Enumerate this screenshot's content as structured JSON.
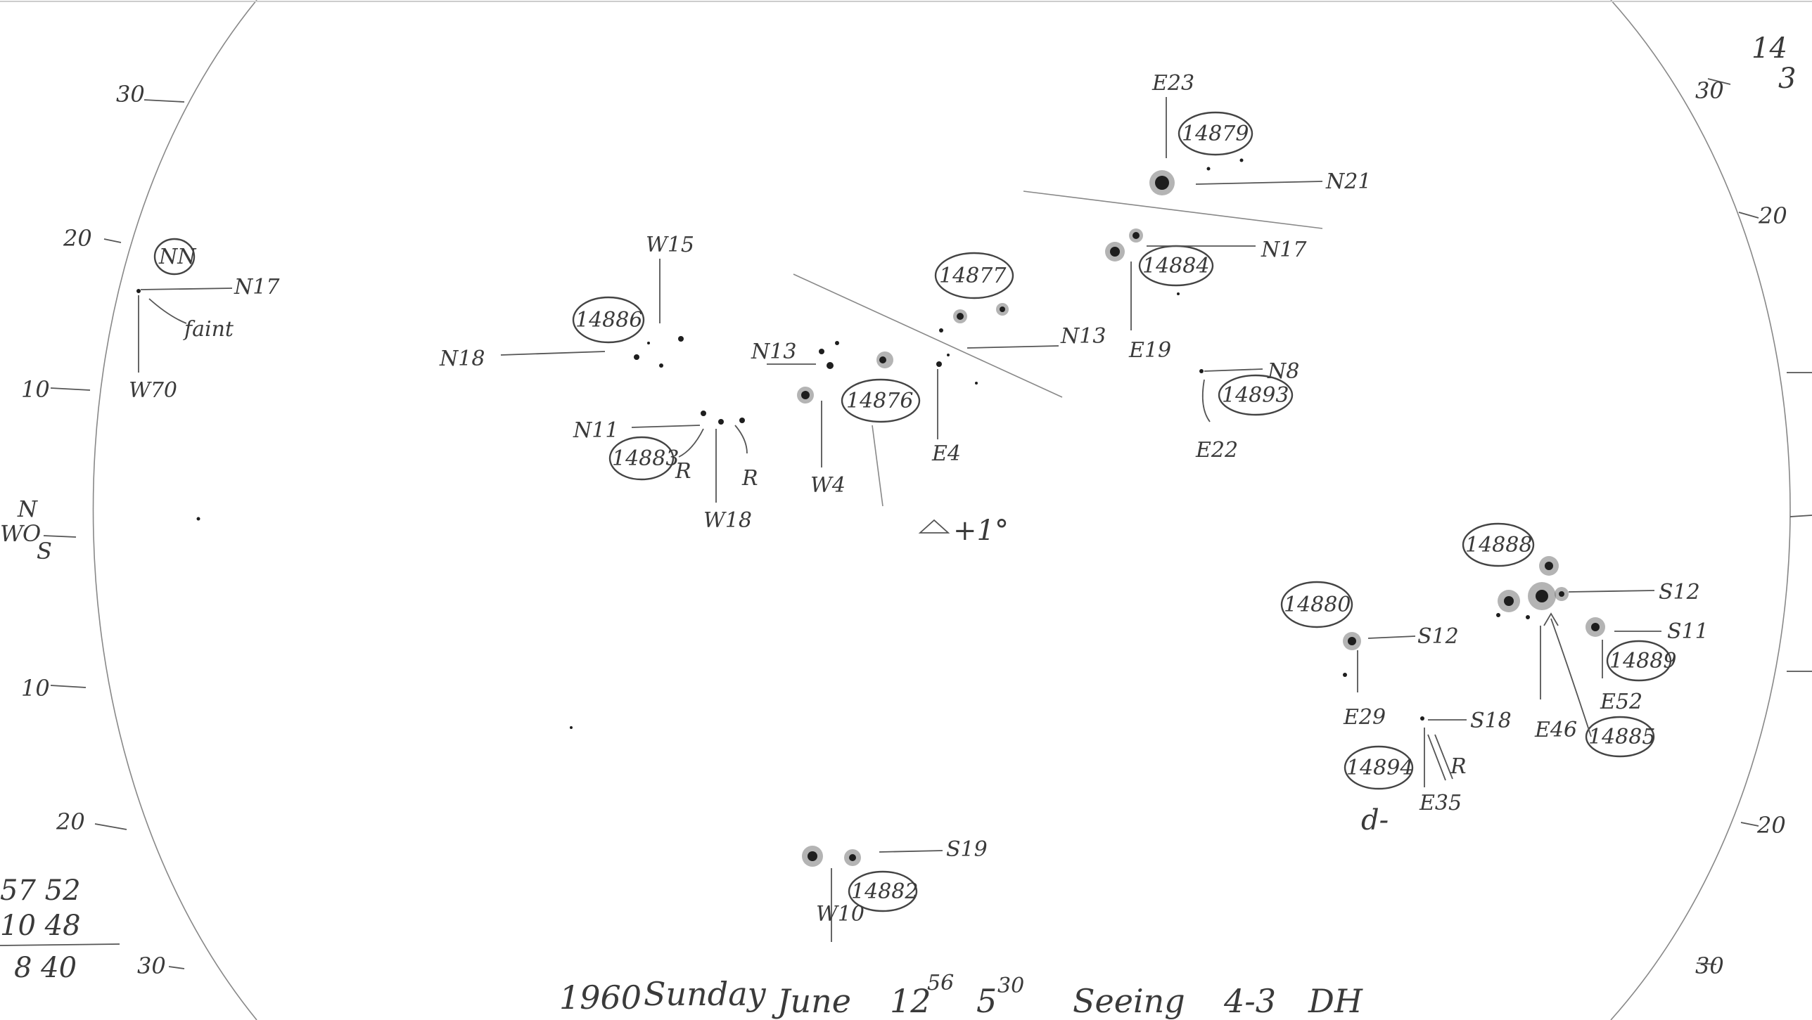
{
  "corner_number_top": "14",
  "corner_number_sub": "3",
  "limb_ticks_left": [
    "30",
    "20",
    "10",
    "10",
    "20",
    "30"
  ],
  "limb_ticks_right": [
    "30",
    "20",
    "20",
    "30"
  ],
  "compass": {
    "n": "N",
    "w": "W",
    "o": "O",
    "s": "S"
  },
  "groups": [
    {
      "id": "14879",
      "lat": "N21",
      "lon": "E23"
    },
    {
      "id": "14884",
      "lat": "N17",
      "lon": "E19"
    },
    {
      "id": "14877",
      "lat": "N13",
      "lon": "E4"
    },
    {
      "id": "14893",
      "lat": "N8",
      "lon": "E22"
    },
    {
      "id": "14886",
      "lat": "N18",
      "lon": "W15"
    },
    {
      "id": "14876",
      "lat": "N13",
      "lon": "W4"
    },
    {
      "id": "14883",
      "lat": "N11",
      "lon": "W18"
    },
    {
      "id": "14880",
      "lat": "S12",
      "lon": "E29"
    },
    {
      "id": "14888",
      "lat": "S12",
      "lon": ""
    },
    {
      "id": "14889",
      "lat": "S11",
      "lon": "E52"
    },
    {
      "id": "14885",
      "lat": "",
      "lon": "E46"
    },
    {
      "id": "14894",
      "lat": "S18",
      "lon": "E35"
    },
    {
      "id": "14882",
      "lat": "S19",
      "lon": "W10"
    }
  ],
  "nn_region": {
    "label": "NN",
    "lat": "N17",
    "lon": "W70",
    "note": "faint"
  },
  "r_marks": [
    "R",
    "R",
    "R"
  ],
  "angle_note": "+1°",
  "d_mark": "d-",
  "left_arith": {
    "row1": "57 52",
    "row2": "10 48",
    "row3": "8 40"
  },
  "footer": {
    "year": "1960",
    "day": "Sunday",
    "month": "June",
    "date": "12",
    "date_sup": "56",
    "time": "5",
    "time_sup": "30",
    "seeing": "Seeing",
    "seeing_val": "4-3",
    "initials": "DH"
  }
}
